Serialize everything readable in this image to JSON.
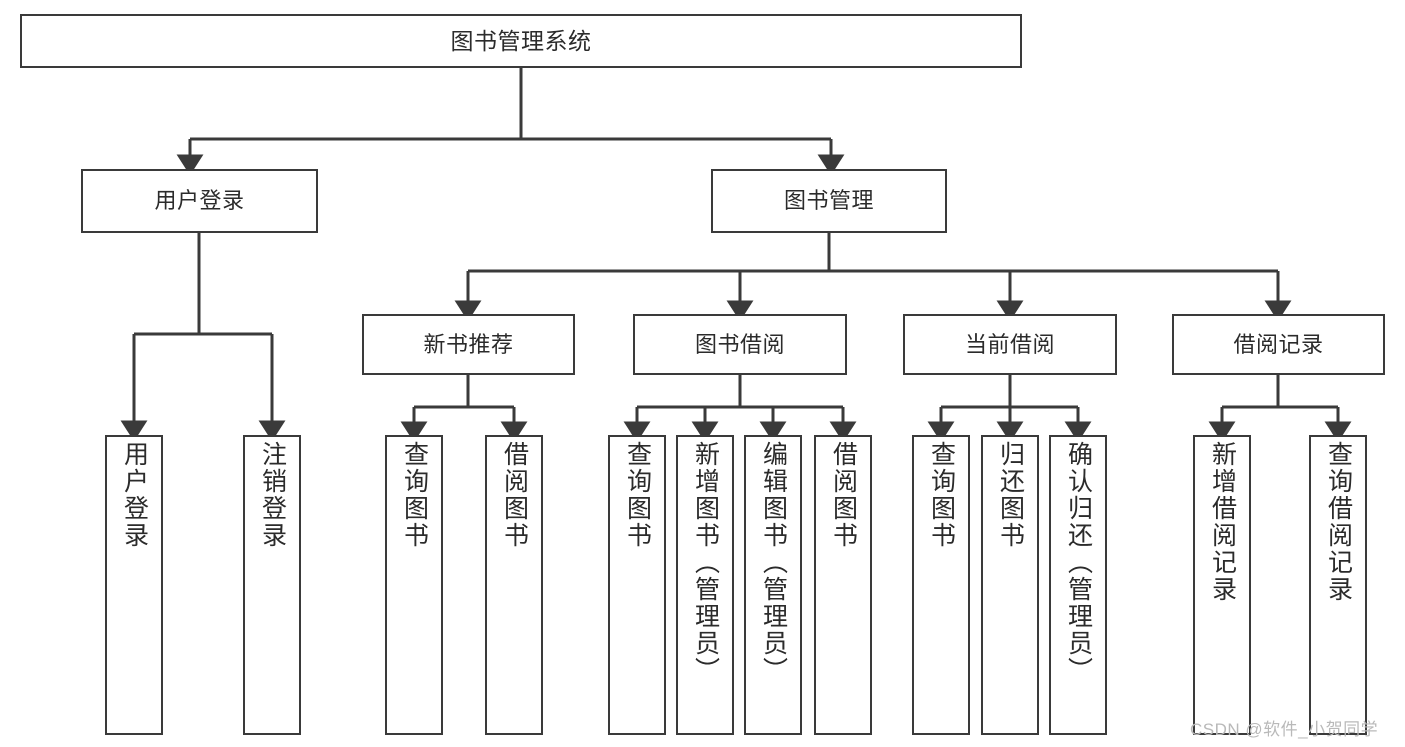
{
  "diagram": {
    "title": "图书管理系统",
    "type": "tree-hierarchy",
    "root": {
      "id": "root",
      "label": "图书管理系统"
    },
    "level1": [
      {
        "id": "user-login",
        "label": "用户登录"
      },
      {
        "id": "book-manage",
        "label": "图书管理"
      }
    ],
    "level2": [
      {
        "id": "new-book-rec",
        "label": "新书推荐",
        "parent": "book-manage"
      },
      {
        "id": "book-borrow",
        "label": "图书借阅",
        "parent": "book-manage"
      },
      {
        "id": "current-borrow",
        "label": "当前借阅",
        "parent": "book-manage"
      },
      {
        "id": "borrow-record",
        "label": "借阅记录",
        "parent": "book-manage"
      }
    ],
    "leaves": [
      {
        "id": "leaf-user-login",
        "label": "用户登录",
        "parent": "user-login"
      },
      {
        "id": "leaf-logout",
        "label": "注销登录",
        "parent": "user-login"
      },
      {
        "id": "leaf-query-book-1",
        "label": "查询图书",
        "parent": "new-book-rec"
      },
      {
        "id": "leaf-borrow-book-1",
        "label": "借阅图书",
        "parent": "new-book-rec"
      },
      {
        "id": "leaf-query-book-2",
        "label": "查询图书",
        "parent": "book-borrow"
      },
      {
        "id": "leaf-add-book",
        "label": "新增图书（管理员）",
        "parent": "book-borrow"
      },
      {
        "id": "leaf-edit-book",
        "label": "编辑图书（管理员）",
        "parent": "book-borrow"
      },
      {
        "id": "leaf-borrow-book-2",
        "label": "借阅图书",
        "parent": "book-borrow"
      },
      {
        "id": "leaf-query-book-3",
        "label": "查询图书",
        "parent": "current-borrow"
      },
      {
        "id": "leaf-return-book",
        "label": "归还图书",
        "parent": "current-borrow"
      },
      {
        "id": "leaf-confirm-return",
        "label": "确认归还（管理员）",
        "parent": "current-borrow"
      },
      {
        "id": "leaf-add-record",
        "label": "新增借阅记录",
        "parent": "borrow-record"
      },
      {
        "id": "leaf-query-record",
        "label": "查询借阅记录",
        "parent": "borrow-record"
      }
    ]
  },
  "watermark": {
    "text": "CSDN @软件_小贺同学"
  },
  "colors": {
    "stroke": "#3a3a3a",
    "fill": "#ffffff",
    "text": "#2b2b2b",
    "watermark": "#b9b9b9"
  }
}
